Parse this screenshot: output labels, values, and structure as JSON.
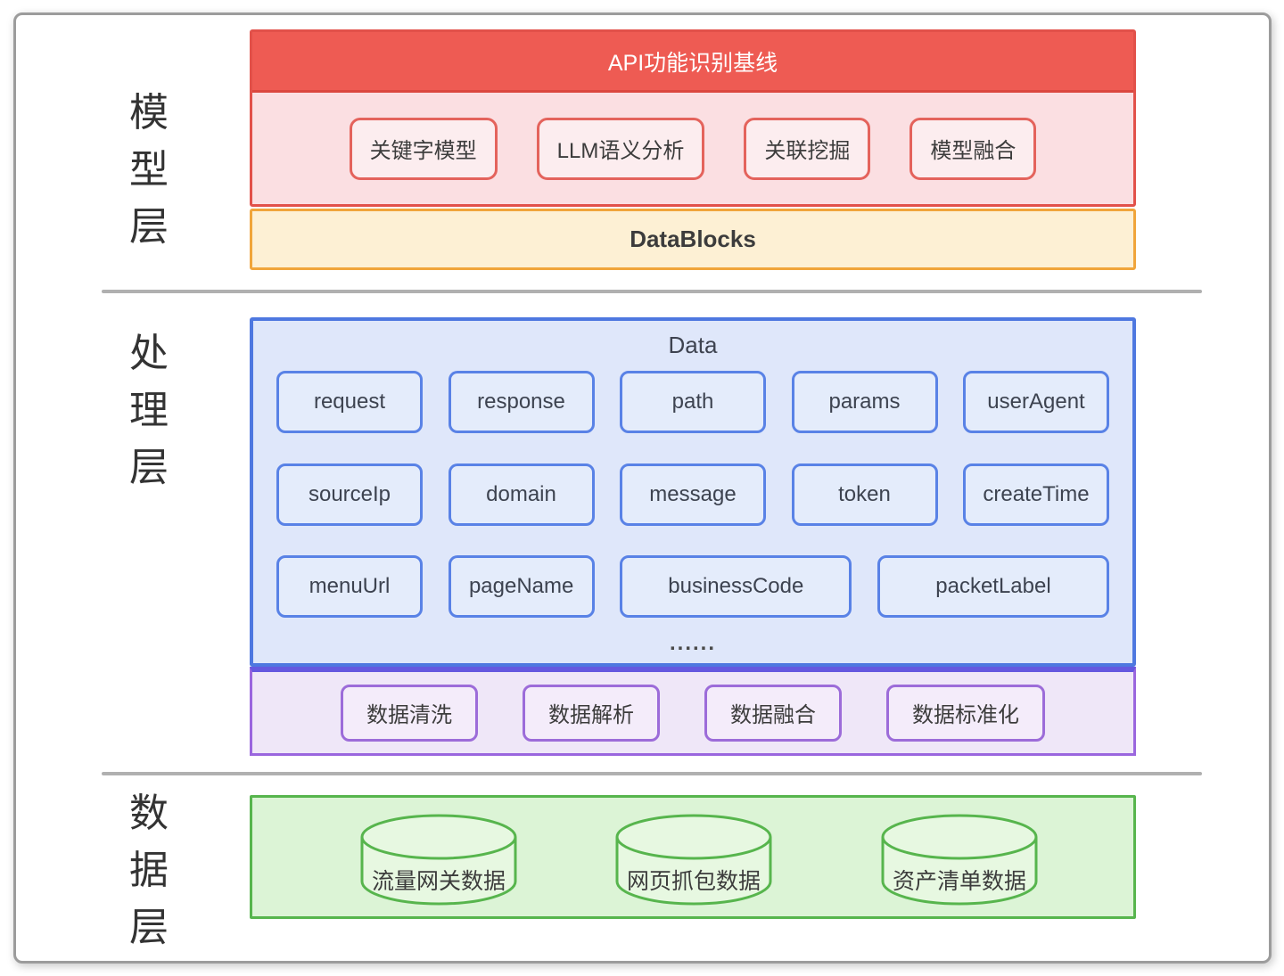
{
  "diagram": {
    "model_layer": {
      "label_chars": [
        "模",
        "型",
        "层"
      ],
      "header": "API功能识别基线",
      "model_boxes": [
        "关键字模型",
        "LLM语义分析",
        "关联挖掘",
        "模型融合"
      ],
      "datablocks_label": "DataBlocks"
    },
    "processing_layer": {
      "label_chars": [
        "处",
        "理",
        "层"
      ],
      "data_title": "Data",
      "field_rows": [
        [
          "request",
          "response",
          "path",
          "params",
          "userAgent"
        ],
        [
          "sourceIp",
          "domain",
          "message",
          "token",
          "createTime"
        ],
        [
          "menuUrl",
          "pageName",
          "businessCode",
          "packetLabel"
        ]
      ],
      "ellipsis": "......",
      "process_boxes": [
        "数据清洗",
        "数据解析",
        "数据融合",
        "数据标准化"
      ]
    },
    "data_layer": {
      "label_chars": [
        "数",
        "据",
        "层"
      ],
      "databases": [
        "流量网关数据",
        "网页抓包数据",
        "资产清单数据"
      ]
    },
    "colors": {
      "model_header_bg": "#ee5b53",
      "model_body_bg": "#fbdfe2",
      "model_border": "#e2514a",
      "datablocks_bg": "#fdf0d4",
      "datablocks_border": "#f0a53b",
      "processing_bg": "#dfe7fa",
      "processing_border": "#4e78e0",
      "purple_bar_bg": "#efe7f8",
      "purple_border": "#9a66de",
      "data_bg": "#dcf4d6",
      "data_border": "#57b54d"
    }
  }
}
